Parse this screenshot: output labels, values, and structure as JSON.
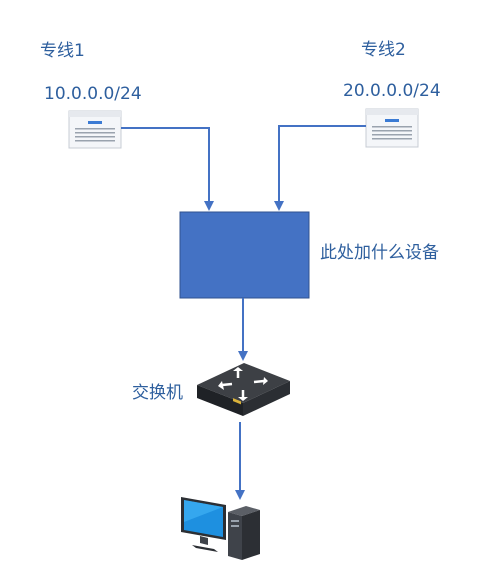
{
  "line1": {
    "title": "专线1",
    "subnet": "10.0.0.0/24"
  },
  "line2": {
    "title": "专线2",
    "subnet": "20.0.0.0/24"
  },
  "middle_box": {
    "label": "此处加什么设备",
    "color": "#4472c4"
  },
  "switch": {
    "label": "交换机"
  },
  "colors": {
    "text": "#2e5f9e",
    "arrow": "#4472c4"
  }
}
